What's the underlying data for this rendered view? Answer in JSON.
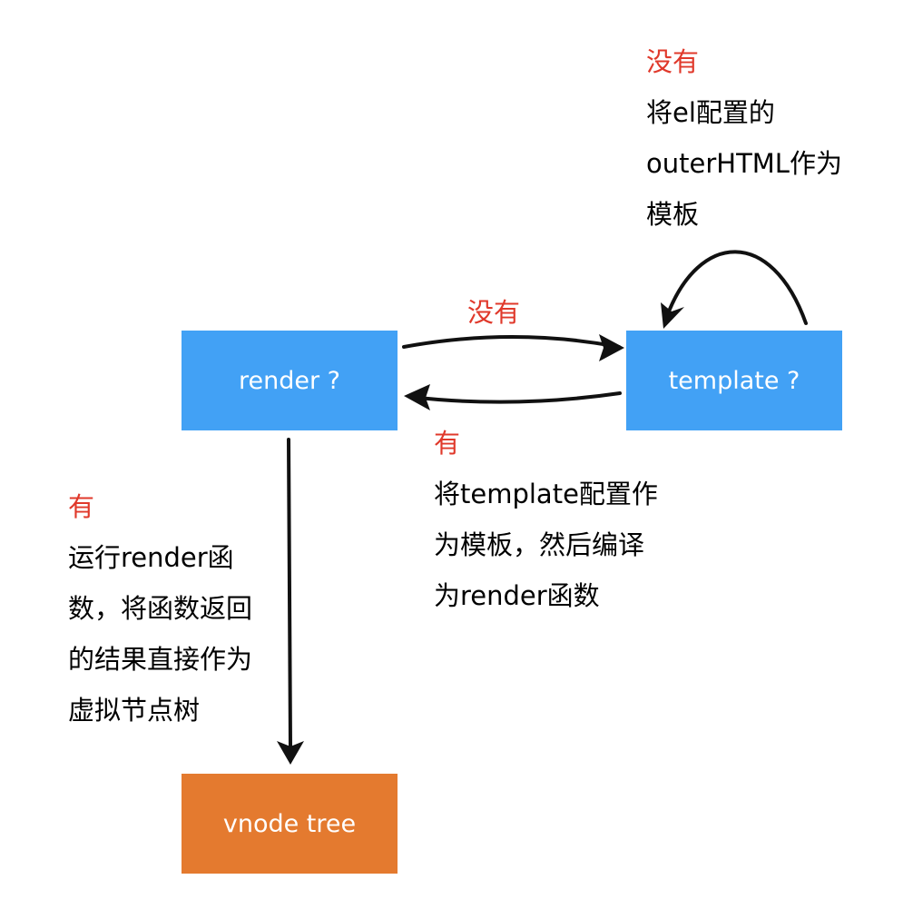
{
  "colors": {
    "decision": "#42a1f5",
    "result": "#e47a2f",
    "condition": "#e0392b",
    "text": "#000000",
    "arrow": "#111111"
  },
  "nodes": {
    "render": "render ?",
    "template": "template ?",
    "vnode": "vnode tree"
  },
  "labels": {
    "top": {
      "condition": "没有",
      "lines": [
        "将el配置的",
        "outerHTML作为",
        "模板"
      ]
    },
    "middle": {
      "condition": "没有"
    },
    "right": {
      "condition": "有",
      "lines": [
        "将template配置作",
        "为模板，然后编译",
        "为render函数"
      ]
    },
    "left": {
      "condition": "有",
      "lines": [
        "运行render函",
        "数，将函数返回",
        "的结果直接作为",
        "虚拟节点树"
      ]
    }
  }
}
